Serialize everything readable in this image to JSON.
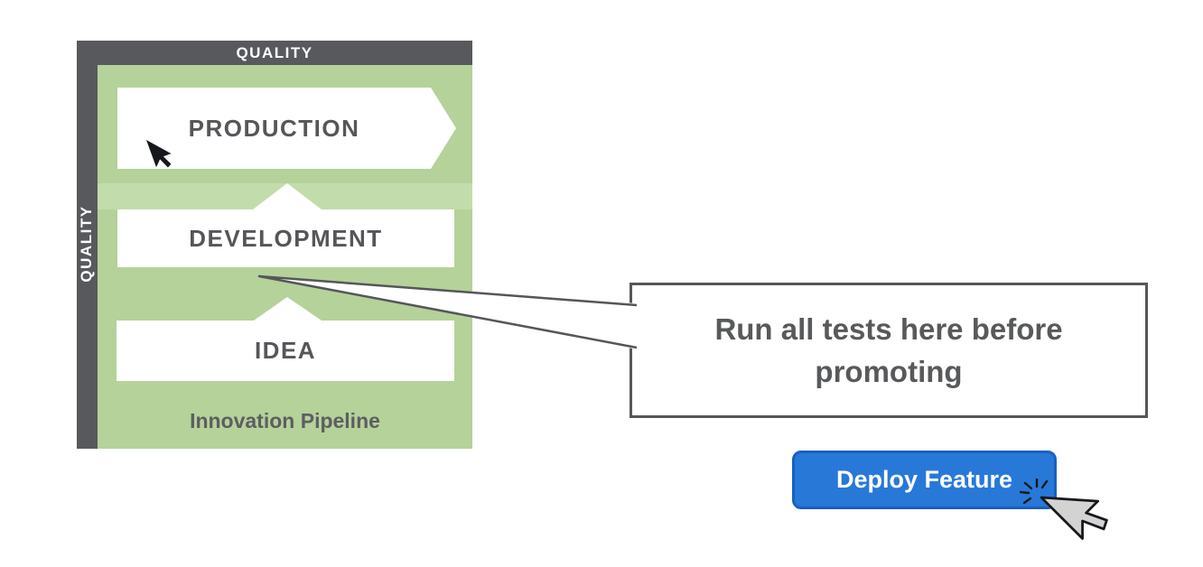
{
  "diagram": {
    "top_axis_label": "QUALITY",
    "left_axis_label": "QUALITY",
    "stages": [
      {
        "label": "PRODUCTION"
      },
      {
        "label": "DEVELOPMENT"
      },
      {
        "label": "IDEA"
      }
    ],
    "caption": "Innovation Pipeline",
    "colors": {
      "pipeline_green": "#b5d29a",
      "pipeline_green_light": "#c3dcab",
      "axis_gray": "#58595d",
      "label_text_gray": "#55565a"
    }
  },
  "callout": {
    "text_line1": "Run all tests here before",
    "text_line2": "promoting",
    "border_color": "#55565a",
    "text_color": "#58595b"
  },
  "deploy_button": {
    "label": "Deploy Feature",
    "fill_color": "#2878d8",
    "border_color": "#1a5fc2",
    "text_color": "#ffffff"
  },
  "icons": {
    "small_cursor": "arrow-cursor-icon",
    "large_cursor": "click-cursor-icon"
  }
}
